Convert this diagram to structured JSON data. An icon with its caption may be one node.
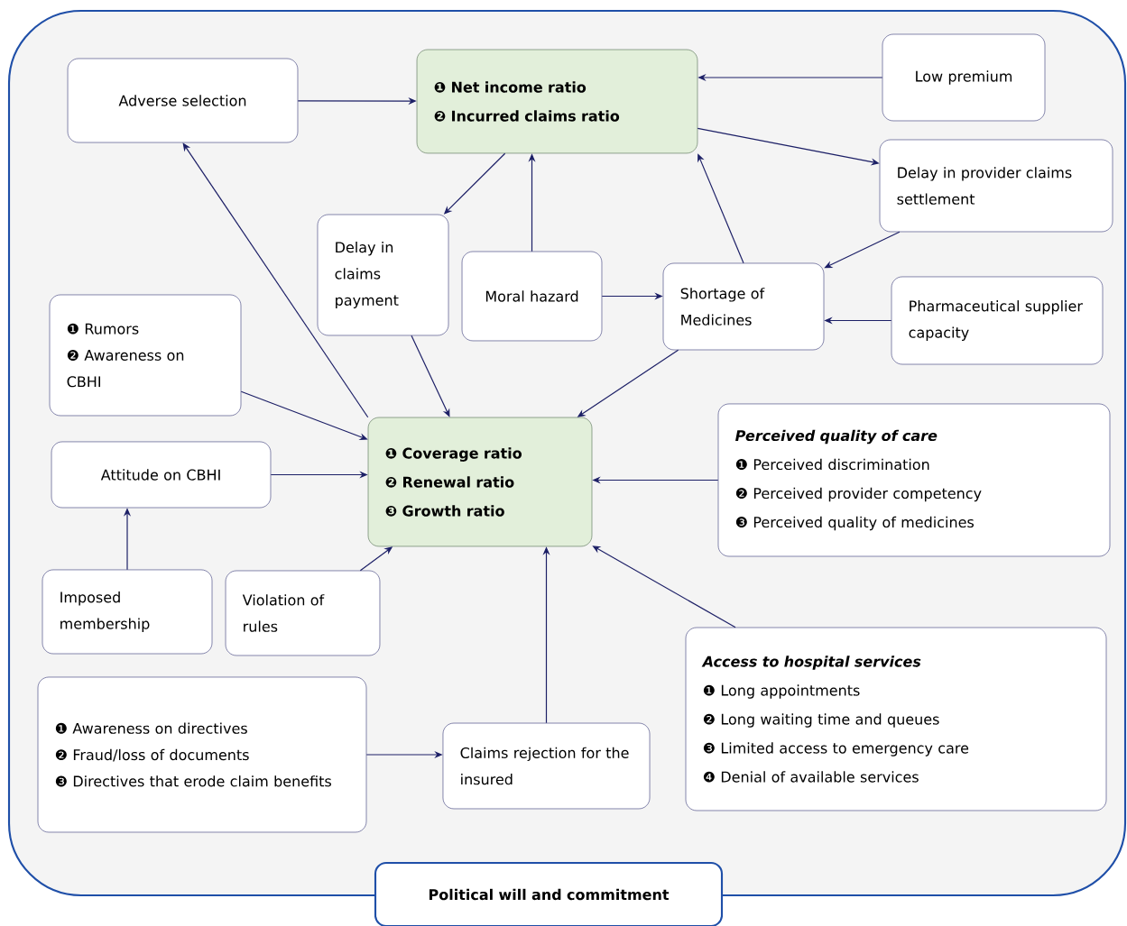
{
  "diagram": {
    "nodes": [
      {
        "text": [
          "Adverse selection"
        ]
      },
      {
        "text": [
          "❶ Net income ratio",
          "❷ Incurred claims ratio"
        ]
      },
      {
        "text": [
          "Low premium"
        ]
      },
      {
        "text": [
          "Delay in provider claims settlement"
        ]
      },
      {
        "text": [
          "Delay in claims payment"
        ]
      },
      {
        "text": [
          "Moral hazard"
        ]
      },
      {
        "text": [
          "Shortage of Medicines"
        ]
      },
      {
        "text": [
          "Pharmaceutical supplier capacity"
        ]
      },
      {
        "text": [
          "❶ Rumors",
          "❷ Awareness on CBHI"
        ]
      },
      {
        "text": [
          "❶ Coverage ratio",
          "❷ Renewal ratio",
          "❸ Growth ratio"
        ]
      },
      {
        "text": [
          "Attitude on CBHI"
        ]
      },
      {
        "text": [
          "Perceived quality of care",
          "❶ Perceived discrimination",
          "❷ Perceived provider competency",
          "❸ Perceived quality of medicines"
        ]
      },
      {
        "text": [
          "Imposed membership"
        ]
      },
      {
        "text": [
          "Violation of rules"
        ]
      },
      {
        "text": [
          "Access to hospital services",
          "❶ Long appointments",
          "❷ Long waiting time and queues",
          "❸ Limited access to emergency care",
          "❹ Denial of available services"
        ]
      },
      {
        "text": [
          "❶ Awareness on directives",
          "❷ Fraud/loss of documents",
          "❸ Directives that erode claim benefits"
        ]
      },
      {
        "text": [
          "Claims rejection for the insured"
        ]
      },
      {
        "text": [
          "Political will and commitment"
        ]
      }
    ],
    "edges": [
      {
        "from": 0,
        "to": 1,
        "arrow": "to"
      },
      {
        "from": 2,
        "to": 1,
        "arrow": "to"
      },
      {
        "from": 1,
        "to": 3,
        "arrow": "to"
      },
      {
        "from": 1,
        "to": 4,
        "arrow": "to"
      },
      {
        "from": 5,
        "to": 1,
        "arrow": "to"
      },
      {
        "from": 6,
        "to": 1,
        "arrow": "to"
      },
      {
        "from": 3,
        "to": 6,
        "arrow": "to"
      },
      {
        "from": 5,
        "to": 6,
        "arrow": "to"
      },
      {
        "from": 7,
        "to": 6,
        "arrow": "to"
      },
      {
        "from": 4,
        "to": 9,
        "arrow": "to"
      },
      {
        "from": 6,
        "to": 9,
        "arrow": "to"
      },
      {
        "from": 9,
        "to": 0,
        "arrow": "to"
      },
      {
        "from": 8,
        "to": 9,
        "arrow": "to"
      },
      {
        "from": 10,
        "to": 9,
        "arrow": "to"
      },
      {
        "from": 11,
        "to": 9,
        "arrow": "to"
      },
      {
        "from": 12,
        "to": 10,
        "arrow": "to"
      },
      {
        "from": 13,
        "to": 9,
        "arrow": "to"
      },
      {
        "from": 16,
        "to": 9,
        "arrow": "to"
      },
      {
        "from": 14,
        "to": 9,
        "arrow": "to"
      },
      {
        "from": 15,
        "to": 16,
        "arrow": "to"
      }
    ]
  }
}
